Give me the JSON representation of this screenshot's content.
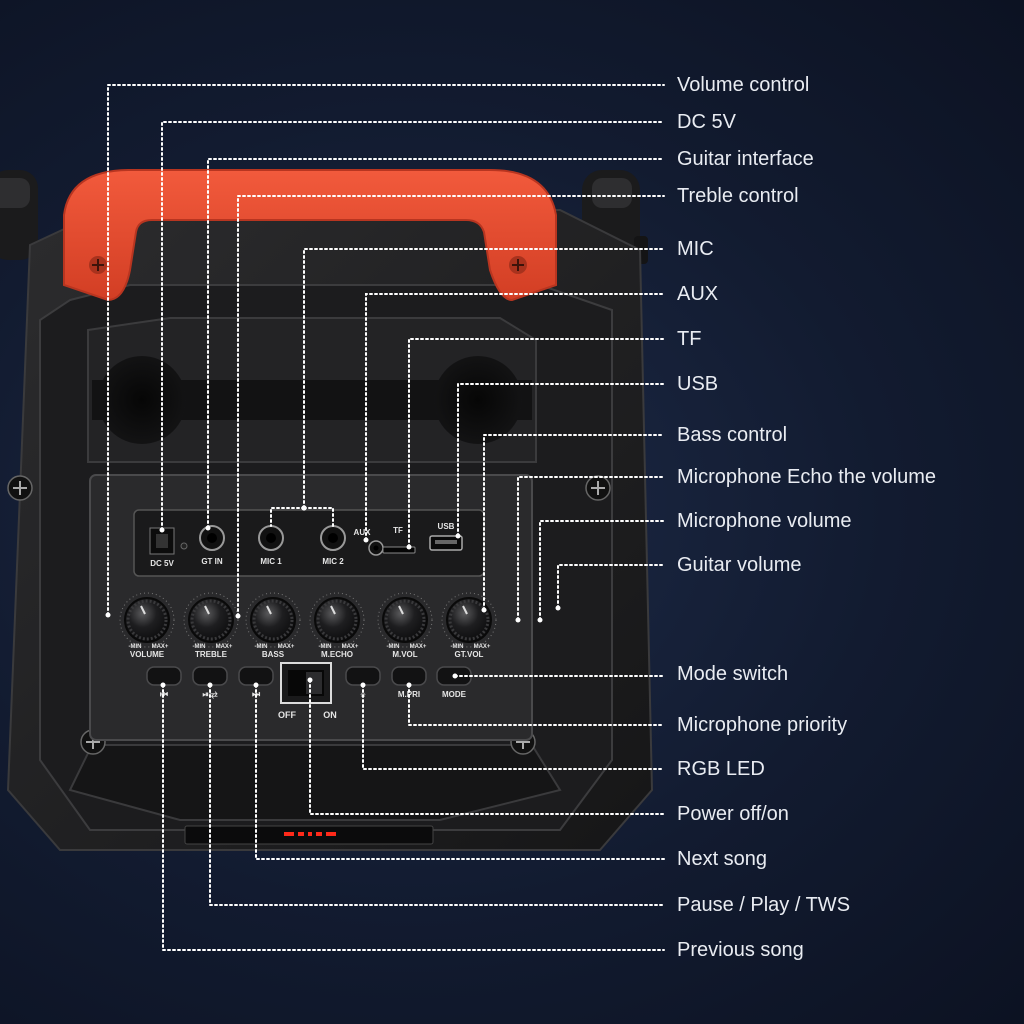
{
  "callouts": [
    {
      "id": "volume-control",
      "label": "Volume control"
    },
    {
      "id": "dc-5v",
      "label": "DC 5V"
    },
    {
      "id": "guitar-interface",
      "label": "Guitar interface"
    },
    {
      "id": "treble-control",
      "label": "Treble control"
    },
    {
      "id": "mic",
      "label": "MIC"
    },
    {
      "id": "aux",
      "label": "AUX"
    },
    {
      "id": "tf",
      "label": "TF"
    },
    {
      "id": "usb",
      "label": "USB"
    },
    {
      "id": "bass-control",
      "label": "Bass control"
    },
    {
      "id": "microphone-echo-volume",
      "label": "Microphone Echo the volume"
    },
    {
      "id": "microphone-volume",
      "label": "Microphone volume"
    },
    {
      "id": "guitar-volume",
      "label": "Guitar volume"
    },
    {
      "id": "mode-switch",
      "label": "Mode switch"
    },
    {
      "id": "microphone-priority",
      "label": "Microphone priority"
    },
    {
      "id": "rgb-led",
      "label": "RGB LED"
    },
    {
      "id": "power-off-on",
      "label": "Power off/on"
    },
    {
      "id": "next-song",
      "label": "Next song"
    },
    {
      "id": "pause-play-tws",
      "label": "Pause / Play / TWS"
    },
    {
      "id": "previous-song",
      "label": "Previous song"
    }
  ],
  "panel": {
    "ports": {
      "dc": "DC 5V",
      "gt_in": "GT IN",
      "mic1": "MIC 1",
      "mic2": "MIC 2",
      "aux": "AUX",
      "tf": "TF",
      "usb": "USB"
    },
    "knobs": [
      {
        "label": "VOLUME",
        "min": "-MIN",
        "max": "MAX+"
      },
      {
        "label": "TREBLE",
        "min": "-MIN",
        "max": "MAX+"
      },
      {
        "label": "BASS",
        "min": "-MIN",
        "max": "MAX+"
      },
      {
        "label": "M.ECHO",
        "min": "-MIN",
        "max": "MAX+"
      },
      {
        "label": "M.VOL",
        "min": "-MIN",
        "max": "MAX+"
      },
      {
        "label": "GT.VOL",
        "min": "-MIN",
        "max": "MAX+"
      }
    ],
    "buttons": {
      "prev_icon": "⏮",
      "play_icon": "⏯/⇄",
      "next_icon": "⏭",
      "off": "OFF",
      "on": "ON",
      "light_icon": "☼",
      "mpri": "M.PRI",
      "mode": "MODE"
    }
  },
  "colors": {
    "background": "#141d33",
    "handle": "#e8492e",
    "body": "#1f1f21",
    "panel": "#2b2b2d",
    "callout_line": "#ffffff",
    "led": "#ff2a1a"
  }
}
